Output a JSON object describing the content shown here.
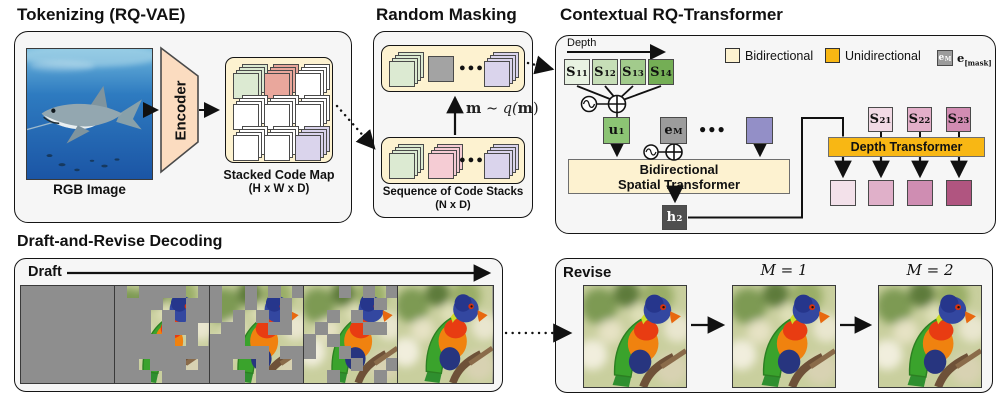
{
  "titles": {
    "tokenizing": "Tokenizing (RQ-VAE)",
    "masking": "Random Masking",
    "transformer": "Contextual RQ-Transformer",
    "decoding": "Draft-and-Revise Decoding"
  },
  "tokenizing": {
    "rgb_label": "RGB Image",
    "encoder_label": "Encoder",
    "code_map_label": "Stacked Code Map",
    "code_map_dims": "(H x W x D)",
    "code_map_cells": [
      [
        "green",
        "red",
        "white"
      ],
      [
        "white",
        "white",
        "white"
      ],
      [
        "white",
        "white",
        "purple"
      ]
    ]
  },
  "masking": {
    "top_items": [
      "green",
      "masked",
      "dots",
      "purple"
    ],
    "bottom_items": [
      "green",
      "pink",
      "dots",
      "purple"
    ],
    "sample_m1": "m",
    "sample_rel": "∼",
    "sample_q": "q(",
    "sample_m2": "m",
    "sample_close": ")",
    "seq_label": "Sequence of Code Stacks",
    "seq_dims": "(N x D)"
  },
  "transformer": {
    "depth_label": "Depth",
    "legend": {
      "bidirectional": "Bidirectional",
      "unidirectional": "Unidirectional",
      "mask_base": "e",
      "mask_sub": "M",
      "mask_label_base": "e",
      "mask_label_sub": "[mask]"
    },
    "s1": [
      {
        "base": "S",
        "sub": "11"
      },
      {
        "base": "S",
        "sub": "12"
      },
      {
        "base": "S",
        "sub": "13"
      },
      {
        "base": "S",
        "sub": "14"
      }
    ],
    "u1": {
      "base": "u",
      "sub": "1"
    },
    "em": {
      "base": "e",
      "sub": "M"
    },
    "h2": {
      "base": "h",
      "sub": "2"
    },
    "spatial_line1": "Bidirectional",
    "spatial_line2": "Spatial Transformer",
    "depth_box": "Depth Transformer",
    "s2": [
      {
        "base": "S",
        "sub": "21"
      },
      {
        "base": "S",
        "sub": "22"
      },
      {
        "base": "S",
        "sub": "23"
      }
    ]
  },
  "decoding": {
    "draft_label": "Draft",
    "revise_label": "Revise",
    "m1_label": "M = 1",
    "m2_label": "M = 2",
    "stages_reveal": [
      0,
      0.13,
      0.45,
      0.75,
      1
    ]
  },
  "colors": {
    "panel_bg": "#f6f6f6",
    "cream": "#fdf2d0",
    "gold": "#f8b714",
    "encoder_fill": "#fbdcc0",
    "card_green": "#dcead2",
    "card_red": "#e9a79c",
    "card_pink": "#f5ccd4",
    "card_purple": "#dad4ec",
    "card_gray": "#a3a3a3",
    "card_white": "#ffffff",
    "s1_greens": [
      "#e8f2e2",
      "#c6deb7",
      "#a2cb8c",
      "#74ae55"
    ],
    "u1_green": "#8cc474",
    "em_gray": "#9c9c9c",
    "purple_token": "#938fc7",
    "h2_gray": "#4f4f4f",
    "s2_pinks": [
      "#f1dae5",
      "#e3afc9",
      "#d18cb2"
    ],
    "out_pinks": [
      "#f3e1ea",
      "#e0b0c9",
      "#cf8db2",
      "#b05580"
    ],
    "draft_gray": "#8e8e8e"
  }
}
